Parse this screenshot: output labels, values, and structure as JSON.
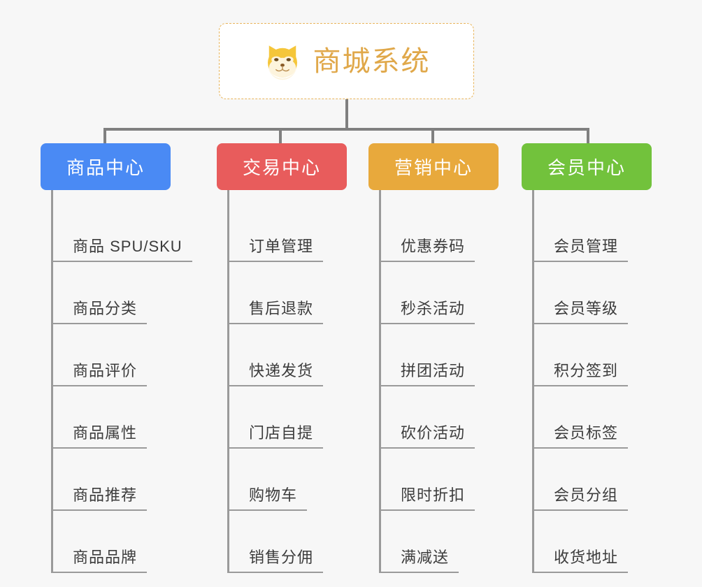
{
  "root": {
    "title": "商城系统",
    "icon": "shiba-dog-icon",
    "border_color": "#e8b45a",
    "title_color": "#e0a84a",
    "background": "#ffffff"
  },
  "canvas": {
    "background": "#f7f7f7",
    "connector_color": "#808080"
  },
  "columns": [
    {
      "title": "商品中心",
      "color": "#4a8af4",
      "items": [
        "商品 SPU/SKU",
        "商品分类",
        "商品评价",
        "商品属性",
        "商品推荐",
        "商品品牌"
      ]
    },
    {
      "title": "交易中心",
      "color": "#e85c5c",
      "items": [
        "订单管理",
        "售后退款",
        "快递发货",
        "门店自提",
        "购物车",
        "销售分佣"
      ]
    },
    {
      "title": "营销中心",
      "color": "#e8a93c",
      "items": [
        "优惠券码",
        "秒杀活动",
        "拼团活动",
        "砍价活动",
        "限时折扣",
        "满减送"
      ]
    },
    {
      "title": "会员中心",
      "color": "#72c23c",
      "items": [
        "会员管理",
        "会员等级",
        "积分签到",
        "会员标签",
        "会员分组",
        "收货地址"
      ]
    }
  ]
}
